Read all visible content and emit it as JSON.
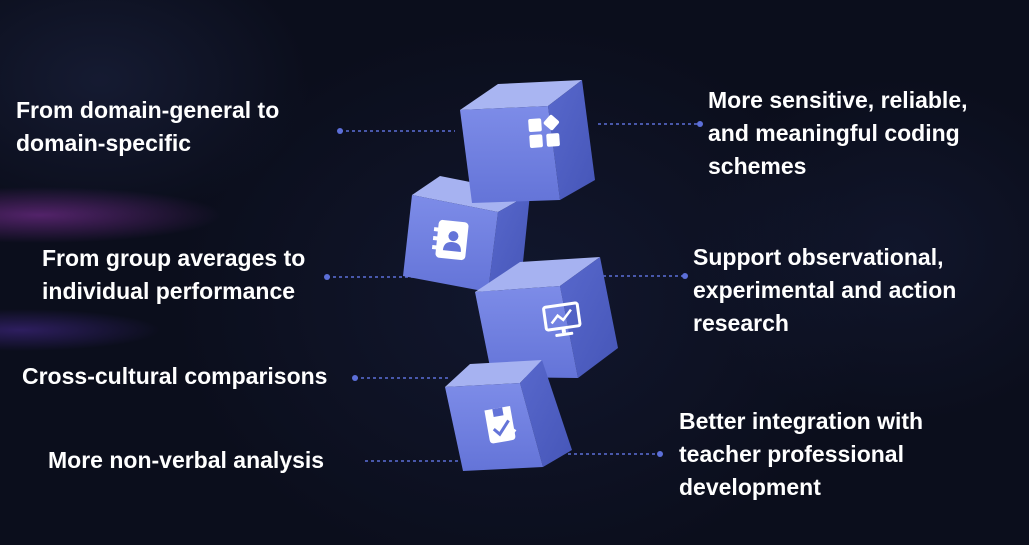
{
  "items_left": [
    {
      "text": "From domain-general to\ndomain-specific"
    },
    {
      "text": "From group averages to\nindividual performance"
    },
    {
      "text": "Cross-cultural comparisons"
    },
    {
      "text": "More non-verbal analysis"
    }
  ],
  "items_right": [
    {
      "text": "More sensitive, reliable,\nand meaningful coding\nschemes"
    },
    {
      "text": "Support observational,\nexperimental and action\nresearch"
    },
    {
      "text": "Better integration with\nteacher professional\ndevelopment"
    }
  ],
  "cubes": [
    {
      "icon": "widgets-icon"
    },
    {
      "icon": "contact-card-icon"
    },
    {
      "icon": "monitor-chart-icon"
    },
    {
      "icon": "checklist-icon"
    }
  ],
  "colors": {
    "cube_front": "#6f7fe0",
    "cube_top": "#9aa7ee",
    "cube_side": "#5262c4",
    "connector": "#5c6fd8",
    "text": "#ffffff"
  }
}
